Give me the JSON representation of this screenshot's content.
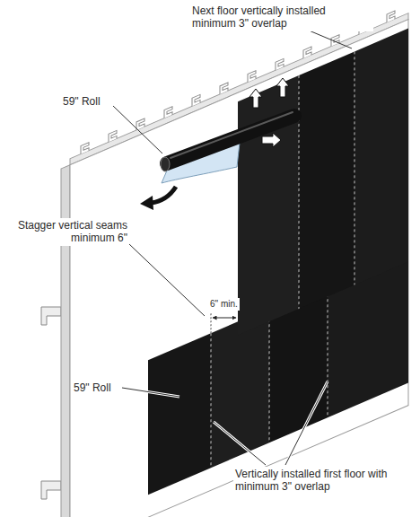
{
  "diagram": {
    "labels": [
      "Next floor vertically installed minimum 3\" overlap",
      "59\" Roll",
      "Stagger vertical seams minimum 6\"",
      "6\" min.",
      "59\" Roll",
      "Vertically installed first floor with minimum 3\" overlap"
    ]
  }
}
